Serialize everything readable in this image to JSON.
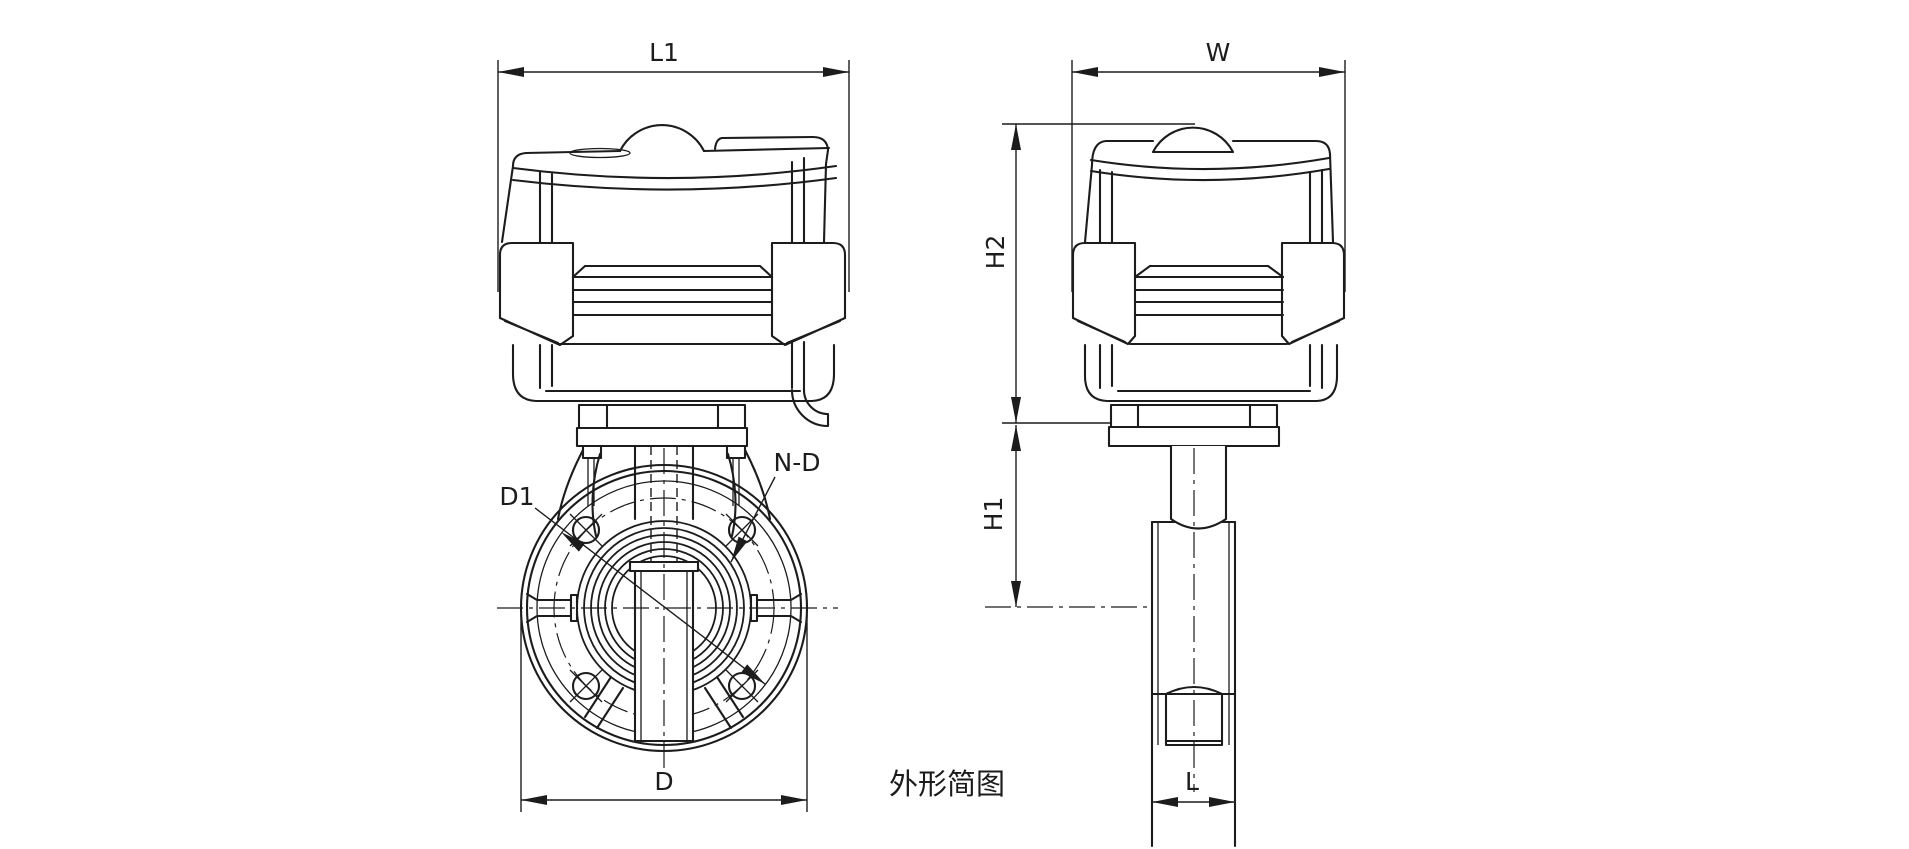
{
  "caption": "外形简图",
  "dimensions": {
    "front_overall_width": "L1",
    "side_overall_width": "W",
    "actuator_height": "H2",
    "valve_neck_height": "H1",
    "flange_outer_diameter": "D",
    "bolt_circle_diameter": "D1",
    "bolt_holes": "N-D",
    "valve_body_width": "L"
  },
  "colors": {
    "line": "#1c1c1c",
    "background": "#ffffff"
  }
}
